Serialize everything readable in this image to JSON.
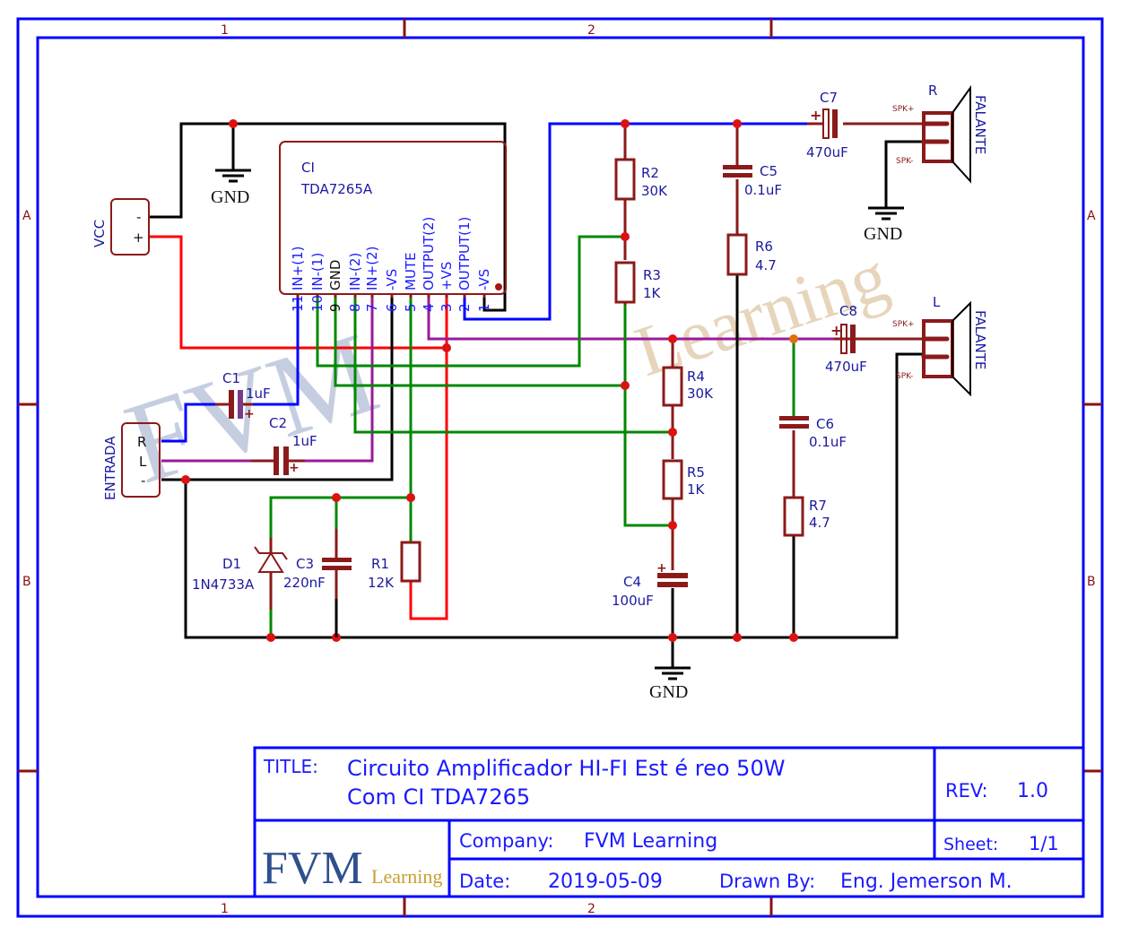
{
  "frame": {
    "columns": [
      "1",
      "2"
    ],
    "rows": [
      "A",
      "B"
    ]
  },
  "ic": {
    "ref": "CI",
    "part": "TDA7265A",
    "pins": [
      {
        "num": "11",
        "name": "IN+(1)"
      },
      {
        "num": "10",
        "name": "IN-(1)"
      },
      {
        "num": "9",
        "name": "GND"
      },
      {
        "num": "8",
        "name": "IN-(2)"
      },
      {
        "num": "7",
        "name": "IN+(2)"
      },
      {
        "num": "6",
        "name": "-VS"
      },
      {
        "num": "5",
        "name": "MUTE"
      },
      {
        "num": "4",
        "name": "OUTPUT(2)"
      },
      {
        "num": "3",
        "name": "+VS"
      },
      {
        "num": "2",
        "name": "OUTPUT(1)"
      },
      {
        "num": "1",
        "name": "-VS"
      }
    ]
  },
  "connectors": {
    "vcc": {
      "label": "VCC",
      "pins": [
        "-",
        "+"
      ]
    },
    "input": {
      "label": "ENTRADA",
      "pins": [
        "R",
        "L",
        "-"
      ]
    }
  },
  "components": {
    "C1": {
      "ref": "C1",
      "value": "1uF"
    },
    "C2": {
      "ref": "C2",
      "value": "1uF"
    },
    "C3": {
      "ref": "C3",
      "value": "220nF"
    },
    "C4": {
      "ref": "C4",
      "value": "100uF"
    },
    "C5": {
      "ref": "C5",
      "value": "0.1uF"
    },
    "C6": {
      "ref": "C6",
      "value": "0.1uF"
    },
    "C7": {
      "ref": "C7",
      "value": "470uF"
    },
    "C8": {
      "ref": "C8",
      "value": "470uF"
    },
    "R1": {
      "ref": "R1",
      "value": "12K"
    },
    "R2": {
      "ref": "R2",
      "value": "30K"
    },
    "R3": {
      "ref": "R3",
      "value": "1K"
    },
    "R4": {
      "ref": "R4",
      "value": "30K"
    },
    "R5": {
      "ref": "R5",
      "value": "1K"
    },
    "R6": {
      "ref": "R6",
      "value": "4.7"
    },
    "R7": {
      "ref": "R7",
      "value": "4.7"
    },
    "D1": {
      "ref": "D1",
      "value": "1N4733A"
    }
  },
  "speakers": {
    "right": {
      "ref": "R",
      "label": "FALANTE",
      "pos": "SPK+",
      "neg": "SPK-"
    },
    "left": {
      "ref": "L",
      "label": "FALANTE",
      "pos": "SPK+",
      "neg": "SPK-"
    }
  },
  "ground_label": "GND",
  "polarity_plus": "+",
  "watermark": {
    "main": "FVM",
    "sub": "Learning"
  },
  "title_block": {
    "title_label": "TITLE:",
    "title_line1": "Circuito Amplificador HI-FI Est é reo 50W",
    "title_line2": "Com CI TDA7265",
    "rev_label": "REV:",
    "rev_value": "1.0",
    "logo_main": "FVM",
    "logo_sub": "Learning",
    "company_label": "Company:",
    "company_value": "FVM Learning",
    "sheet_label": "Sheet:",
    "sheet_value": "1/1",
    "date_label": "Date:",
    "date_value": "2019-05-09",
    "drawn_label": "Drawn By:",
    "drawn_value": "Eng. Jemerson M."
  }
}
